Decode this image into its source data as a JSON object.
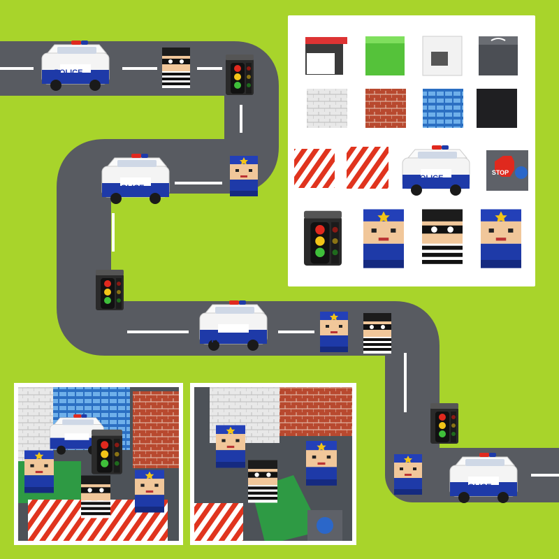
{
  "scene": {
    "background_color": "#a8d42b",
    "road_color": "#585b61",
    "road_marking_color": "#ffffff"
  },
  "labels": {
    "police_car_label": "POLICE",
    "stop_sign_label": "STOP"
  },
  "tile_catalog": {
    "rows": [
      [
        "building-block-gray",
        "grass-block",
        "window-block",
        "road-block"
      ],
      [
        "white-brick-block",
        "red-brick-block",
        "blue-glass-block",
        "black-block"
      ],
      [
        "barrier-block-small",
        "barrier-block-large",
        "police-car-block",
        "stop-sign-block"
      ],
      [
        "traffic-light-block",
        "police-officer-block",
        "thief-block",
        "police-officer-block"
      ]
    ]
  },
  "colors": {
    "police_blue": "#1e3aa8",
    "brick_red": "#b8492f",
    "traffic_red": "#e0291e",
    "traffic_yellow": "#f2c418",
    "traffic_green": "#3fbf3a"
  }
}
